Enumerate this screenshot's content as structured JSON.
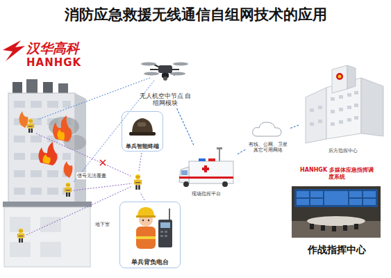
{
  "diagram": {
    "title": "消防应急救援无线通信自组网技术的应用",
    "nodes": [
      {
        "text": [
          "无人机空中节点 自组网模块"
        ]
      },
      {
        "text": [
          "单兵智能终端"
        ]
      },
      {
        "text": [
          "现场指挥平台"
        ]
      },
      {
        "text": [
          "有线、公网、卫星 其它可用网络"
        ]
      },
      {
        "text": [
          "后方指挥中心"
        ]
      },
      {
        "text": [
          "HANHGK 多媒体应急指挥调度系统",
          "作战指挥中心"
        ]
      },
      {
        "text": [
          "单兵背负电台"
        ]
      }
    ],
    "edges": [
      {
        "from": 0,
        "to": 2,
        "arrow": "none"
      },
      {
        "from": 2,
        "to": 3,
        "arrow": "none"
      },
      {
        "from": 3,
        "to": 4,
        "arrow": "none"
      }
    ],
    "labels": [
      "汉华高科",
      "HANHGK",
      "信号无法覆盖",
      "地下室"
    ]
  }
}
